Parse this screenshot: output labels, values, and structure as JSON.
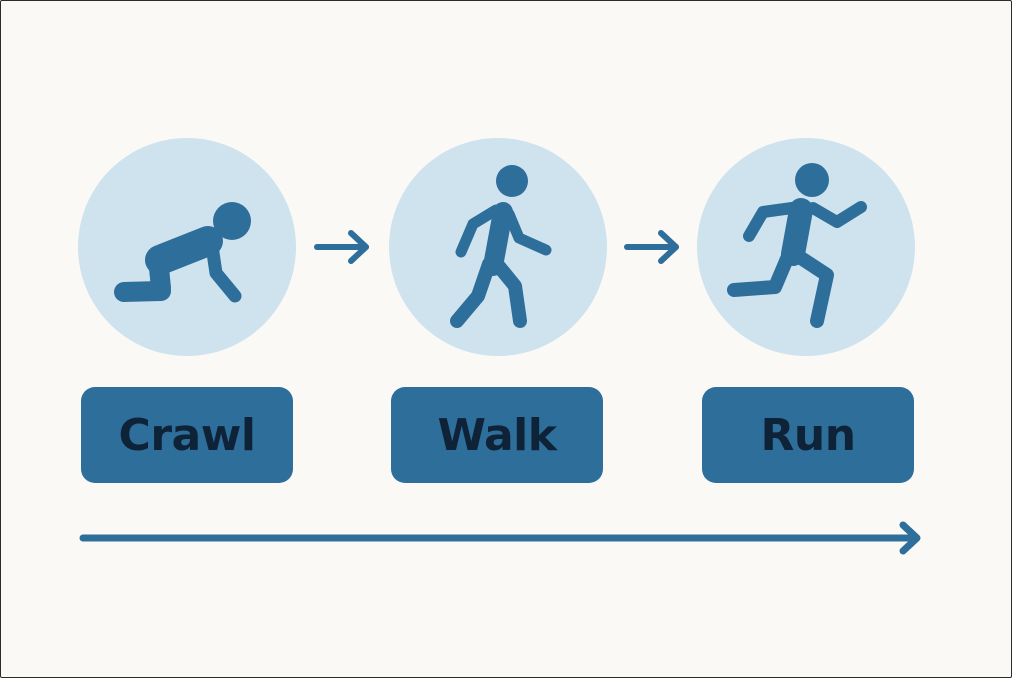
{
  "stages": [
    {
      "label": "Crawl",
      "icon": "crawling-person-icon"
    },
    {
      "label": "Walk",
      "icon": "walking-person-icon"
    },
    {
      "label": "Run",
      "icon": "running-person-icon"
    }
  ],
  "colors": {
    "background": "#faf9f6",
    "circle": "#cfe3ee",
    "icon": "#2e6e9a",
    "label_box": "#2e6e9a",
    "label_text": "#0e2338",
    "arrow": "#2e6e9a"
  },
  "connectors": [
    "arrow-right-icon",
    "arrow-right-icon"
  ],
  "timeline": "progression-arrow"
}
